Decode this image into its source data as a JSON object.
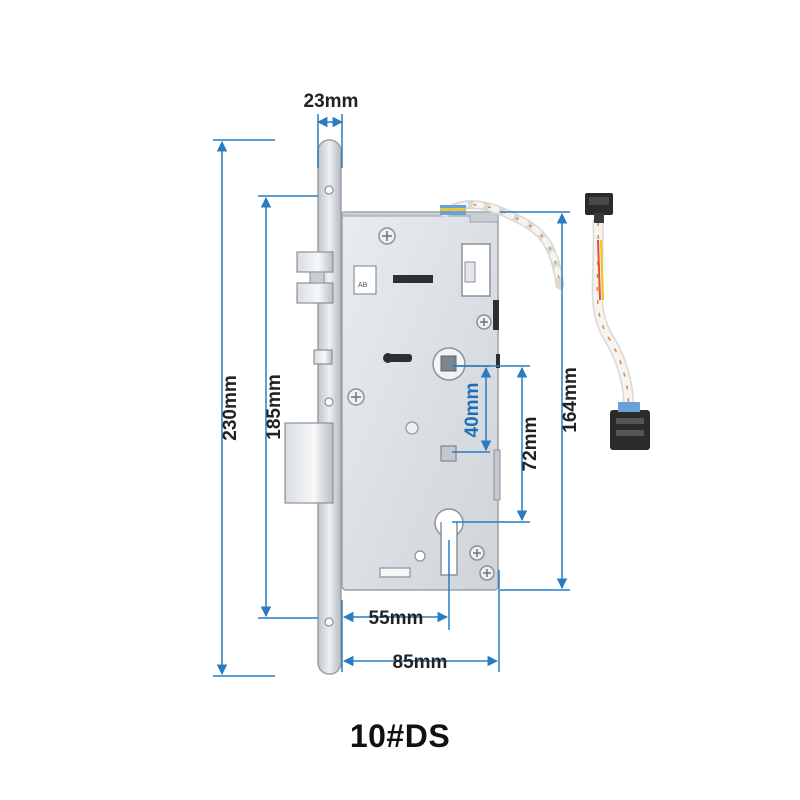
{
  "colors": {
    "dimension_line": "#2a7bbf",
    "plate_steel": "#d7dbe0",
    "body_steel": "#dfe3e8",
    "body_edge": "#9aa1a9",
    "cable_white": "#f4f4f2",
    "cable_stripe": "#e8842f",
    "connector": "#2b2b2b"
  },
  "dimensions": {
    "width_23": "23mm",
    "height_230": "230mm",
    "height_185": "185mm",
    "height_164": "164mm",
    "spacing_40": "40mm",
    "spacing_72": "72mm",
    "backset_55": "55mm",
    "depth_85": "85mm"
  },
  "body_stamp": "AB",
  "model_label": "10#DS"
}
